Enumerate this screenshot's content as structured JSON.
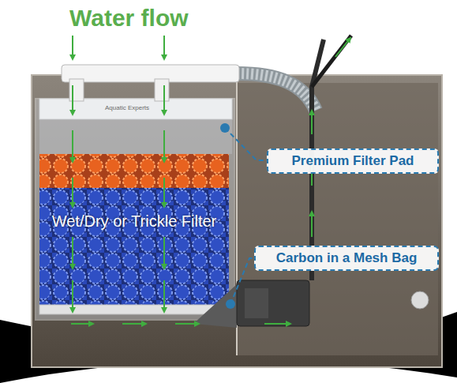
{
  "diagram": {
    "nodes": [
      {
        "text": [
          "Wet/Dry or Trickle Filter"
        ]
      },
      {
        "text": [
          "Premium Filter Pad"
        ]
      },
      {
        "text": [
          "Carbon in a Mesh Bag"
        ]
      }
    ],
    "labels": [
      "Water flow",
      "Aquatic Experts"
    ]
  }
}
